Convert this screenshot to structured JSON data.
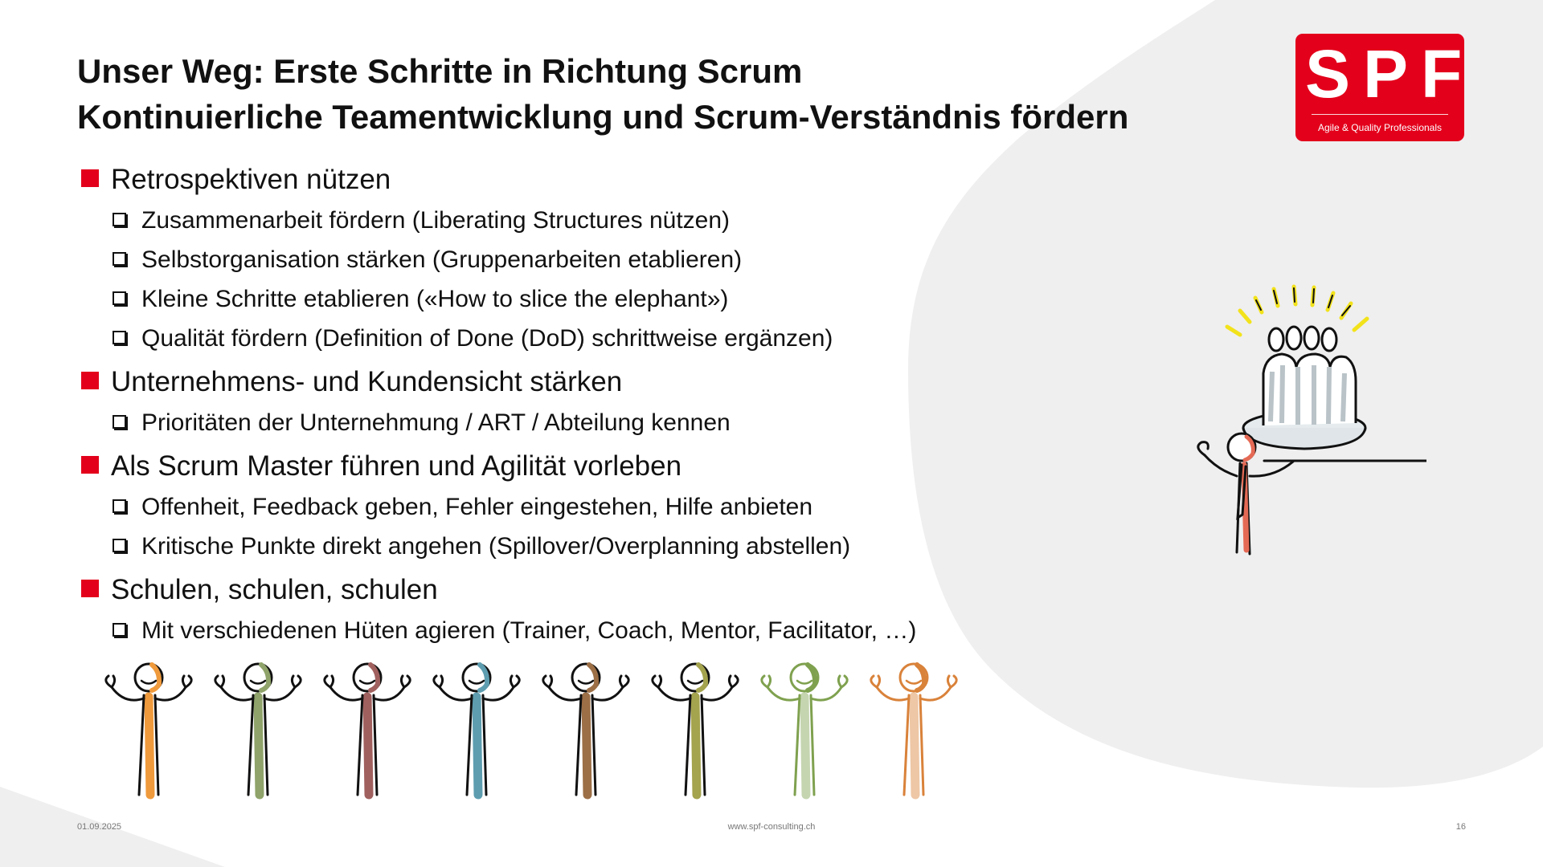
{
  "slide": {
    "title_line1": "Unser Weg: Erste Schritte in Richtung Scrum",
    "title_line2": "Kontinuierliche Teamentwicklung und Scrum-Verständnis fördern"
  },
  "logo": {
    "letters": "SPF",
    "tagline": "Agile & Quality Professionals"
  },
  "bullets": [
    {
      "text": "Retrospektiven nützen",
      "subs": [
        "Zusammenarbeit fördern (Liberating Structures nützen)",
        "Selbstorganisation stärken (Gruppenarbeiten etablieren)",
        "Kleine Schritte etablieren («How to slice the elephant»)",
        "Qualität fördern (Definition of Done (DoD) schrittweise ergänzen)"
      ]
    },
    {
      "text": "Unternehmens- und Kundensicht stärken",
      "subs": [
        "Prioritäten der Unternehmung / ART / Abteilung kennen"
      ]
    },
    {
      "text": "Als Scrum Master führen und Agilität vorleben",
      "subs": [
        "Offenheit, Feedback geben, Fehler eingestehen, Hilfe anbieten",
        "Kritische Punkte direkt angehen (Spillover/Overplanning abstellen)"
      ]
    },
    {
      "text": "Schulen, schulen, schulen",
      "subs": [
        "Mit verschiedenen Hüten agieren (Trainer, Coach, Mentor, Facilitator, …)"
      ]
    }
  ],
  "footer": {
    "date": "01.09.2025",
    "url": "www.spf-consulting.ch",
    "page": "16"
  },
  "colors": {
    "accent": "#e3001b",
    "text": "#111111",
    "background_shape": "#efefef",
    "figures": [
      "#ef9a3c",
      "#8fa36a",
      "#a0605e",
      "#5e9db0",
      "#9c6f46",
      "#a4a34e",
      "#7fa14f",
      "#d9823a"
    ]
  },
  "icons": {
    "bullet": "red-square-icon",
    "sub_bullet": "checkbox-icon",
    "illustration_top": "presenter-with-cake-illustration",
    "illustration_bottom": "cheering-people-illustration"
  }
}
